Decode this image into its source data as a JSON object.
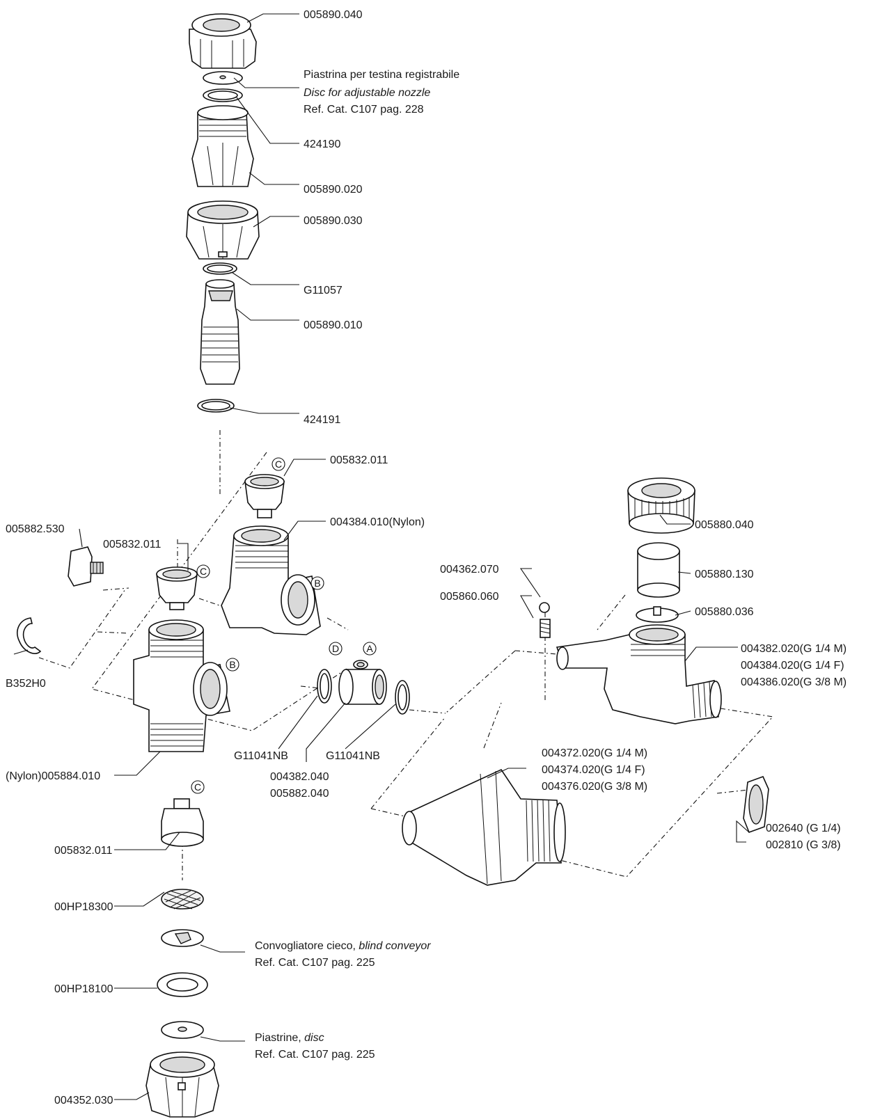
{
  "labels": {
    "p005890_040": "005890.040",
    "disc_it_1": "Piastrina per testina registrabile",
    "disc_en_1": "Disc for adjustable nozzle",
    "disc_ref_1": "Ref. Cat. C107 pag. 228",
    "p424190": "424190",
    "p005890_020": "005890.020",
    "p005890_030": "005890.030",
    "pG11057": "G11057",
    "p005890_010": "005890.010",
    "p424191": "424191",
    "p005832_011_top": "005832.011",
    "p004384_010": "004384.010(Nylon)",
    "p005882_530": "005882.530",
    "p005832_011_mid": "005832.011",
    "pB352H0": "B352H0",
    "p004362_070": "004362.070",
    "p005860_060": "005860.060",
    "p005880_040": "005880.040",
    "p005880_130": "005880.130",
    "p005880_036": "005880.036",
    "p004382_020": "004382.020(G 1/4 M)",
    "p004384_020": "004384.020(G 1/4 F)",
    "p004386_020": "004386.020(G 3/8 M)",
    "pG11041NB_1": "G11041NB",
    "pG11041NB_2": "G11041NB",
    "p004382_040": "004382.040",
    "p005882_040": "005882.040",
    "p005884_010": "(Nylon)005884.010",
    "p004372_020": "004372.020(G 1/4 M)",
    "p004374_020": "004374.020(G 1/4 F)",
    "p004376_020": "004376.020(G 3/8 M)",
    "p002640": "002640 (G 1/4)",
    "p002810": "002810 (G 3/8)",
    "p005832_011_bot": "005832.011",
    "p00HP18300": "00HP18300",
    "conv_plain": "Convogliatore cieco, ",
    "conv_it": "blind conveyor",
    "conv_ref": "Ref. Cat. C107 pag. 225",
    "p00HP18100": "00HP18100",
    "disc2_plain": "Piastrine, ",
    "disc2_it": "disc",
    "disc2_ref": "Ref. Cat. C107 pag. 225",
    "p004352_030": "004352.030"
  },
  "callouts": {
    "A": "A",
    "B1": "B",
    "B2": "B",
    "C1": "C",
    "C2": "C",
    "C3": "C",
    "D": "D"
  }
}
